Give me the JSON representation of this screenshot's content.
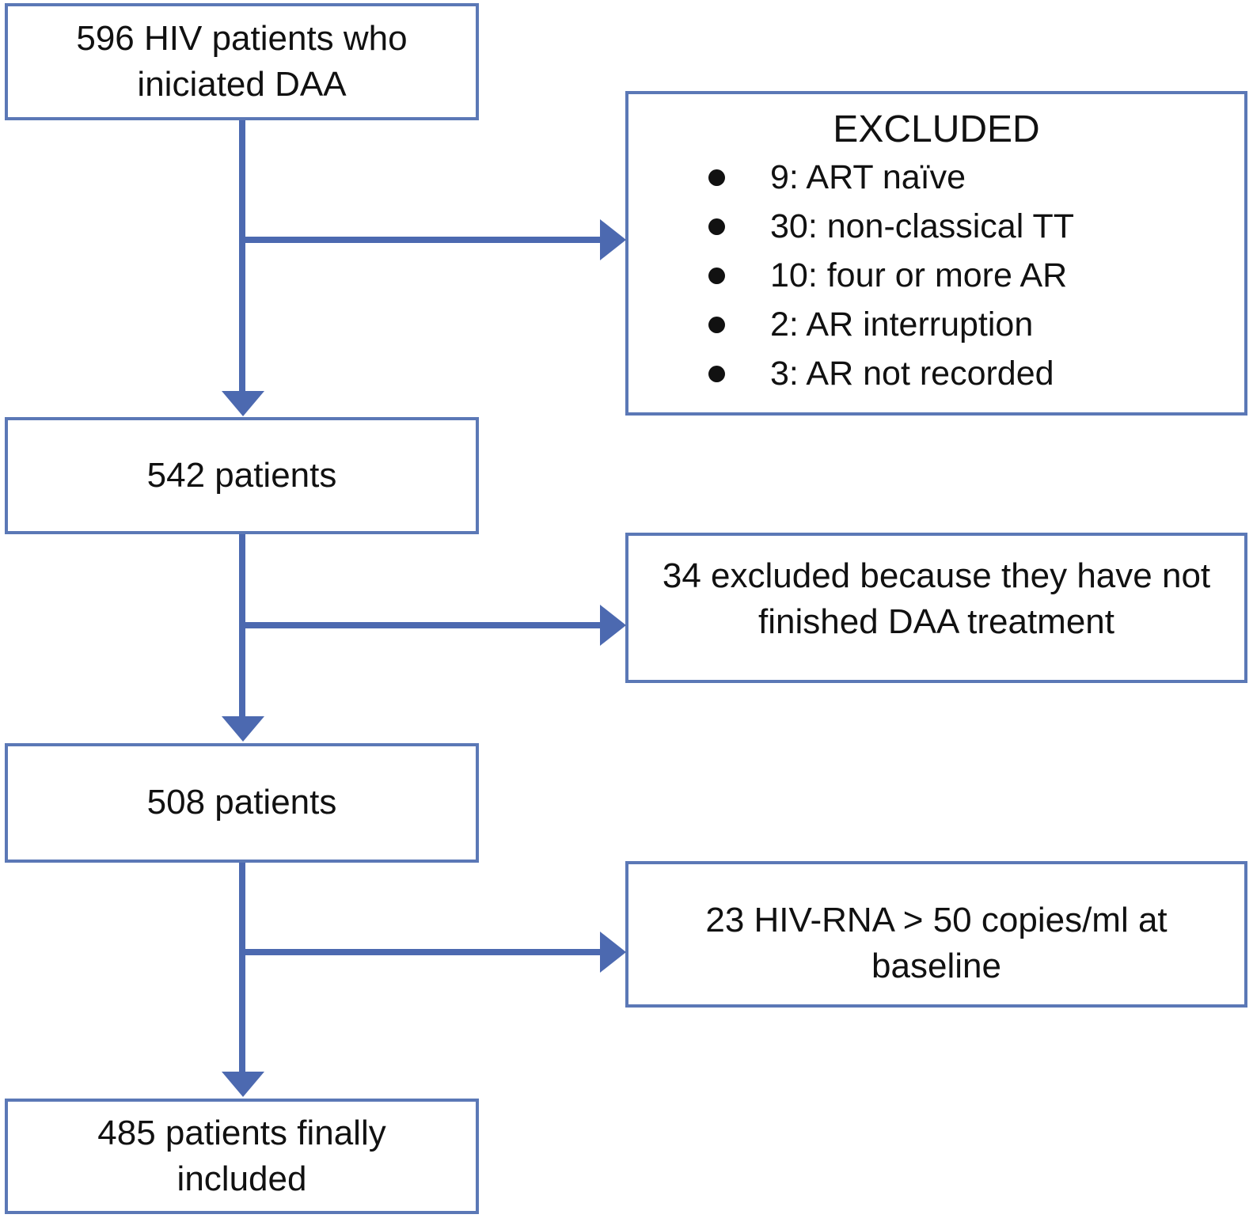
{
  "colors": {
    "box_border": "#5b78b6",
    "arrow": "#4c69b0",
    "text": "#111111",
    "background": "#ffffff"
  },
  "diagram": {
    "nodes": {
      "initiated": "596 HIV patients who\niniciated DAA",
      "after_first_exclusion": "542 patients",
      "after_second_exclusion": "508 patients",
      "final_included": "485 patients finally\nincluded",
      "not_finished": "34 excluded because they have not\nfinished DAA treatment",
      "viral_load": "23 HIV-RNA > 50 copies/ml at\nbaseline"
    },
    "excluded": {
      "title": "EXCLUDED",
      "items": [
        "9: ART naïve",
        "30: non-classical TT",
        "10: four or more AR",
        "2: AR interruption",
        "3: AR not recorded"
      ]
    }
  }
}
